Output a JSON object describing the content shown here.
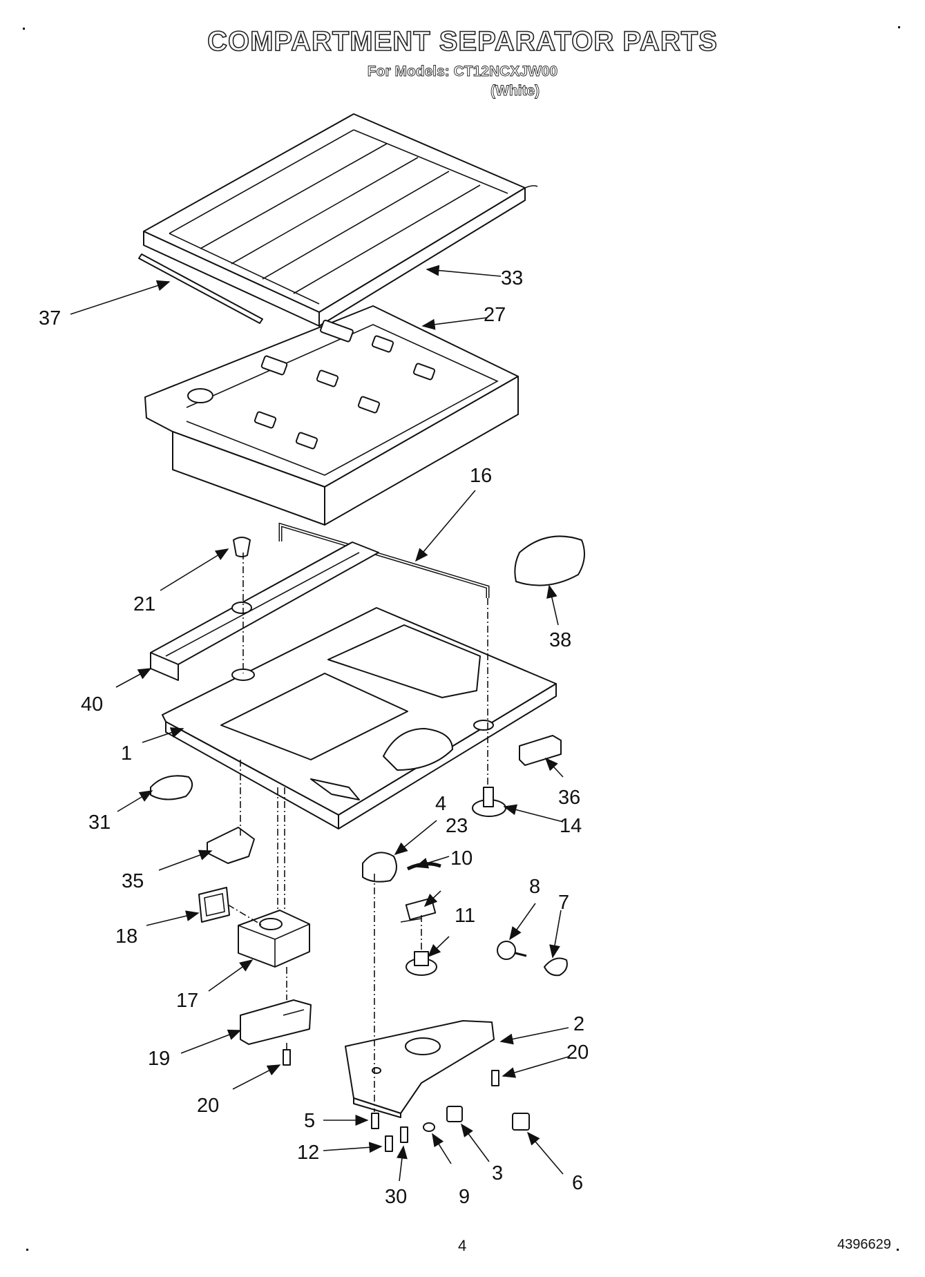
{
  "header": {
    "title": "COMPARTMENT SEPARATOR PARTS",
    "models": "For Models: CT12NCXJW00",
    "color": "(White)"
  },
  "footer": {
    "page_number": "4",
    "document_number": "4396629"
  },
  "callouts": [
    {
      "id": "33",
      "label": "33"
    },
    {
      "id": "37",
      "label": "37"
    },
    {
      "id": "27",
      "label": "27"
    },
    {
      "id": "16",
      "label": "16"
    },
    {
      "id": "21",
      "label": "21"
    },
    {
      "id": "38",
      "label": "38"
    },
    {
      "id": "40",
      "label": "40"
    },
    {
      "id": "1",
      "label": "1"
    },
    {
      "id": "36",
      "label": "36"
    },
    {
      "id": "31",
      "label": "31"
    },
    {
      "id": "14",
      "label": "14"
    },
    {
      "id": "4",
      "label": "4"
    },
    {
      "id": "23",
      "label": "23"
    },
    {
      "id": "10",
      "label": "10"
    },
    {
      "id": "35",
      "label": "35"
    },
    {
      "id": "8",
      "label": "8"
    },
    {
      "id": "7",
      "label": "7"
    },
    {
      "id": "11",
      "label": "11"
    },
    {
      "id": "18",
      "label": "18"
    },
    {
      "id": "17",
      "label": "17"
    },
    {
      "id": "2",
      "label": "2"
    },
    {
      "id": "20a",
      "label": "20"
    },
    {
      "id": "19",
      "label": "19"
    },
    {
      "id": "20b",
      "label": "20"
    },
    {
      "id": "5",
      "label": "5"
    },
    {
      "id": "12",
      "label": "12"
    },
    {
      "id": "3",
      "label": "3"
    },
    {
      "id": "6",
      "label": "6"
    },
    {
      "id": "30",
      "label": "30"
    },
    {
      "id": "9",
      "label": "9"
    }
  ]
}
